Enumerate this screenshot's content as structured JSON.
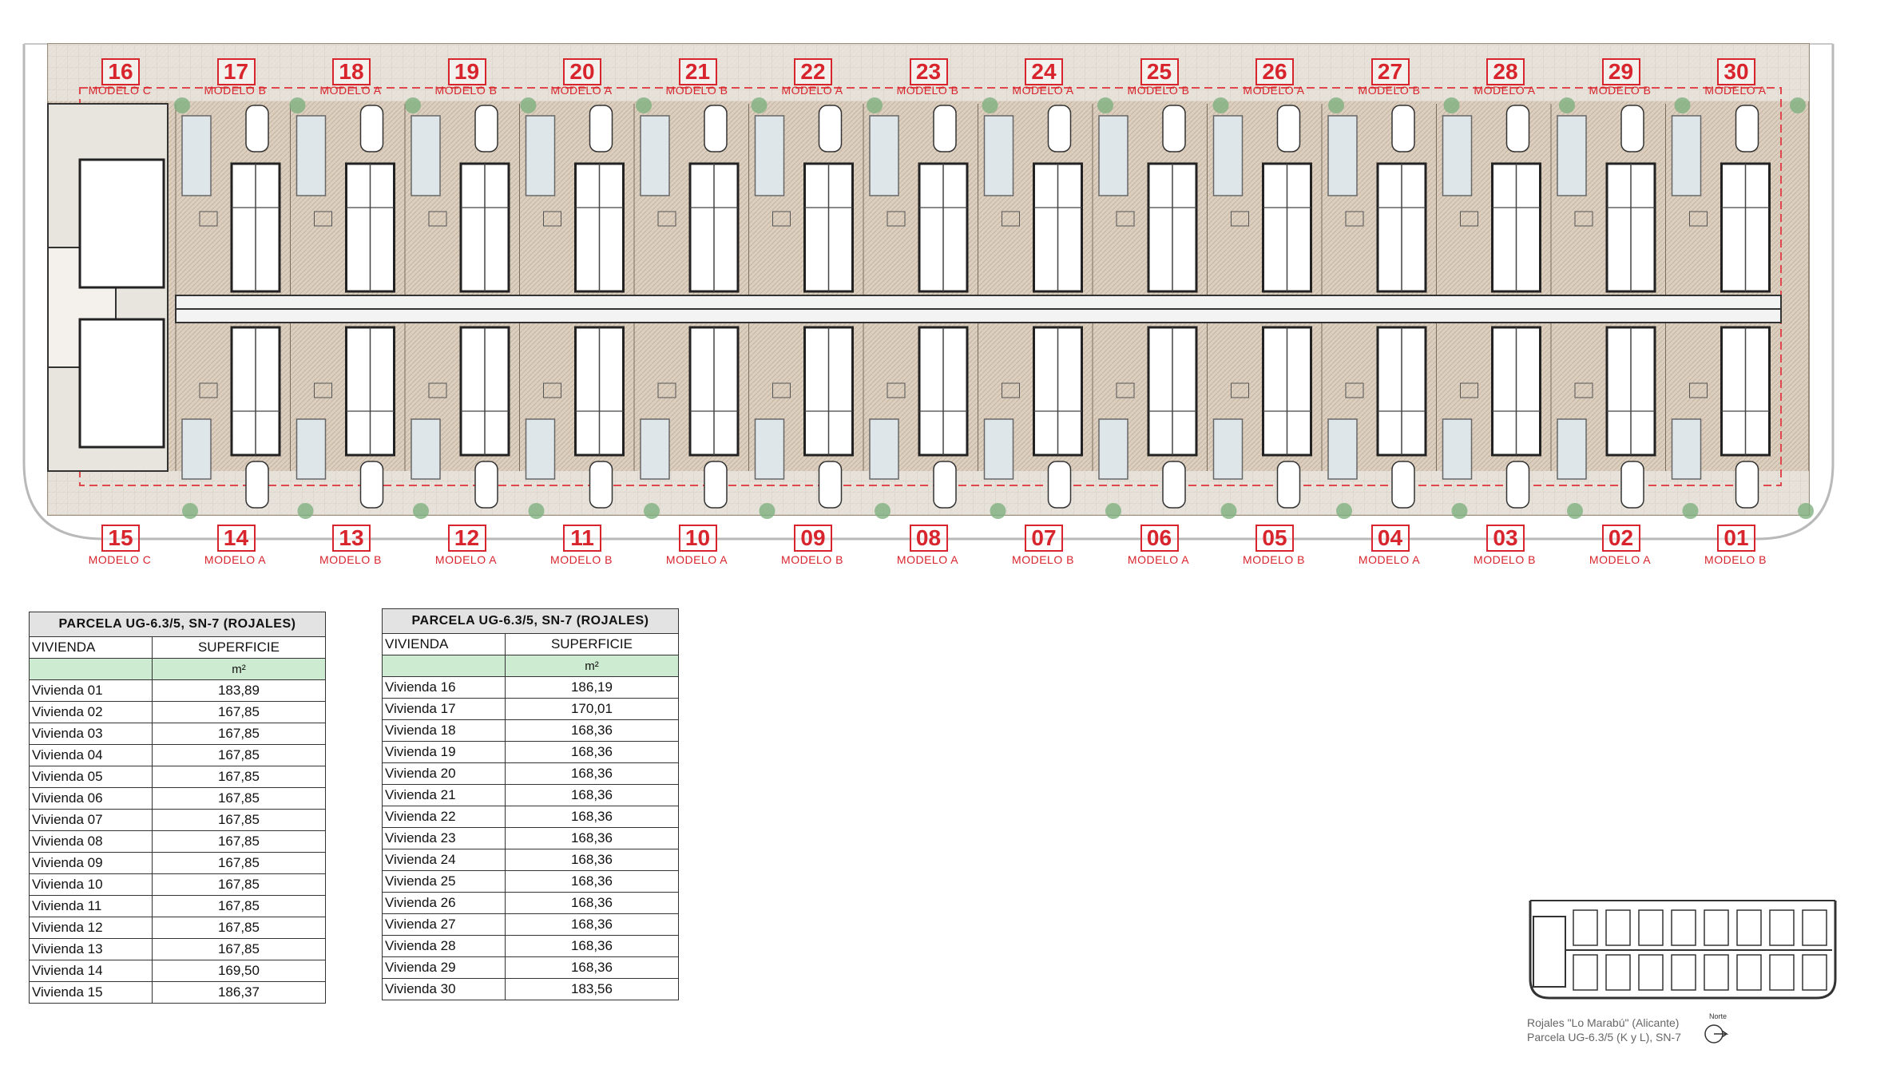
{
  "plan": {
    "top_labels": [
      {
        "num": "16",
        "model": "MODELO C"
      },
      {
        "num": "17",
        "model": "MODELO B"
      },
      {
        "num": "18",
        "model": "MODELO A"
      },
      {
        "num": "19",
        "model": "MODELO B"
      },
      {
        "num": "20",
        "model": "MODELO A"
      },
      {
        "num": "21",
        "model": "MODELO B"
      },
      {
        "num": "22",
        "model": "MODELO A"
      },
      {
        "num": "23",
        "model": "MODELO B"
      },
      {
        "num": "24",
        "model": "MODELO A"
      },
      {
        "num": "25",
        "model": "MODELO B"
      },
      {
        "num": "26",
        "model": "MODELO A"
      },
      {
        "num": "27",
        "model": "MODELO B"
      },
      {
        "num": "28",
        "model": "MODELO A"
      },
      {
        "num": "29",
        "model": "MODELO B"
      },
      {
        "num": "30",
        "model": "MODELO A"
      }
    ],
    "bottom_labels": [
      {
        "num": "15",
        "model": "MODELO C"
      },
      {
        "num": "14",
        "model": "MODELO A"
      },
      {
        "num": "13",
        "model": "MODELO B"
      },
      {
        "num": "12",
        "model": "MODELO A"
      },
      {
        "num": "11",
        "model": "MODELO B"
      },
      {
        "num": "10",
        "model": "MODELO A"
      },
      {
        "num": "09",
        "model": "MODELO B"
      },
      {
        "num": "08",
        "model": "MODELO A"
      },
      {
        "num": "07",
        "model": "MODELO B"
      },
      {
        "num": "06",
        "model": "MODELO A"
      },
      {
        "num": "05",
        "model": "MODELO B"
      },
      {
        "num": "04",
        "model": "MODELO A"
      },
      {
        "num": "03",
        "model": "MODELO B"
      },
      {
        "num": "02",
        "model": "MODELO A"
      },
      {
        "num": "01",
        "model": "MODELO B"
      }
    ],
    "colors": {
      "ground": "#d9cbbb",
      "hatch": "#bfae9a",
      "pool": "#dde4e8",
      "house": "#ffffff",
      "label": "#d8242c",
      "wall": "#222222"
    }
  },
  "table_left": {
    "title": "PARCELA UG-6.3/5, SN-7 (ROJALES)",
    "col1": "VIVIENDA",
    "col2": "SUPERFICIE",
    "unit": "m²",
    "rows": [
      {
        "name": "Vivienda 01",
        "area": "183,89"
      },
      {
        "name": "Vivienda 02",
        "area": "167,85"
      },
      {
        "name": "Vivienda 03",
        "area": "167,85"
      },
      {
        "name": "Vivienda 04",
        "area": "167,85"
      },
      {
        "name": "Vivienda 05",
        "area": "167,85"
      },
      {
        "name": "Vivienda 06",
        "area": "167,85"
      },
      {
        "name": "Vivienda 07",
        "area": "167,85"
      },
      {
        "name": "Vivienda 08",
        "area": "167,85"
      },
      {
        "name": "Vivienda 09",
        "area": "167,85"
      },
      {
        "name": "Vivienda 10",
        "area": "167,85"
      },
      {
        "name": "Vivienda 11",
        "area": "167,85"
      },
      {
        "name": "Vivienda 12",
        "area": "167,85"
      },
      {
        "name": "Vivienda 13",
        "area": "167,85"
      },
      {
        "name": "Vivienda 14",
        "area": "169,50"
      },
      {
        "name": "Vivienda 15",
        "area": "186,37"
      }
    ]
  },
  "table_right": {
    "title": "PARCELA UG-6.3/5, SN-7 (ROJALES)",
    "col1": "VIVIENDA",
    "col2": "SUPERFICIE",
    "unit": "m²",
    "rows": [
      {
        "name": "Vivienda 16",
        "area": "186,19"
      },
      {
        "name": "Vivienda 17",
        "area": "170,01"
      },
      {
        "name": "Vivienda 18",
        "area": "168,36"
      },
      {
        "name": "Vivienda 19",
        "area": "168,36"
      },
      {
        "name": "Vivienda 20",
        "area": "168,36"
      },
      {
        "name": "Vivienda 21",
        "area": "168,36"
      },
      {
        "name": "Vivienda 22",
        "area": "168,36"
      },
      {
        "name": "Vivienda 23",
        "area": "168,36"
      },
      {
        "name": "Vivienda 24",
        "area": "168,36"
      },
      {
        "name": "Vivienda 25",
        "area": "168,36"
      },
      {
        "name": "Vivienda 26",
        "area": "168,36"
      },
      {
        "name": "Vivienda 27",
        "area": "168,36"
      },
      {
        "name": "Vivienda 28",
        "area": "168,36"
      },
      {
        "name": "Vivienda 29",
        "area": "168,36"
      },
      {
        "name": "Vivienda 30",
        "area": "183,56"
      }
    ]
  },
  "footer": {
    "line1": "Rojales \"Lo Marabú\" (Alicante)",
    "line2": "Parcela UG-6.3/5 (K y L), SN-7",
    "north": "Norte"
  }
}
